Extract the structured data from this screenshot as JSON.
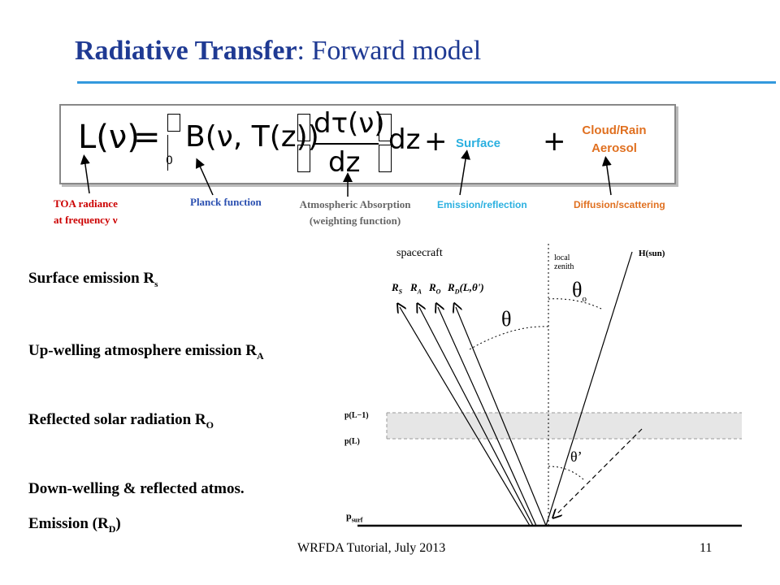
{
  "title": {
    "bold": "Radiative Transfer",
    "rest": ": Forward model"
  },
  "equation": {
    "lhs": "L(ν)",
    "equals": "=",
    "limit_lower": "0",
    "planck_term": "B(ν, T(z))",
    "deriv_num": "dτ(ν)",
    "deriv_den": "dz",
    "differential": "dz",
    "plus1": "+",
    "surface": "Surface",
    "plus2": "+",
    "cloud_line1": "Cloud/Rain",
    "cloud_line2": "Aerosol"
  },
  "labels": {
    "toa_line1": "TOA radiance",
    "toa_line2": "at frequency ν",
    "planck": "Planck function",
    "absorption_line1": "Atmospheric Absorption",
    "absorption_line2": "(weighting function)",
    "emission": "Emission/reflection",
    "diffusion": "Diffusion/scattering"
  },
  "left_list": {
    "item1_main": "Surface emission R",
    "item1_sub": "s",
    "item2_main": "Up-welling atmosphere emission R",
    "item2_sub": "A",
    "item3_main": "Reflected solar radiation R",
    "item3_sub": "O",
    "item4": "Down-welling & reflected atmos.",
    "item5_main": "Emission (R",
    "item5_sub": "D",
    "item5_end": ")"
  },
  "diagram": {
    "spacecraft": "spacecraft",
    "local_zenith_line1": "local",
    "local_zenith_line2": "zenith",
    "sun": "H(sun)",
    "rs": "R",
    "rs_sub": "S",
    "ra": "R",
    "ra_sub": "A",
    "ro": "R",
    "ro_sub": "O",
    "rd": "R",
    "rd_sub": "D",
    "rd_arg": "(L,θ')",
    "theta": "θ",
    "theta_o": "θ",
    "theta_o_sub": "o",
    "theta_prime": "θ’",
    "p_l_minus_1": "p(L−1)",
    "p_l": "p(L)",
    "p_surf": "p",
    "p_surf_sub": "surf"
  },
  "footer": {
    "center": "WRFDA Tutorial, July 2013",
    "page": "11"
  }
}
